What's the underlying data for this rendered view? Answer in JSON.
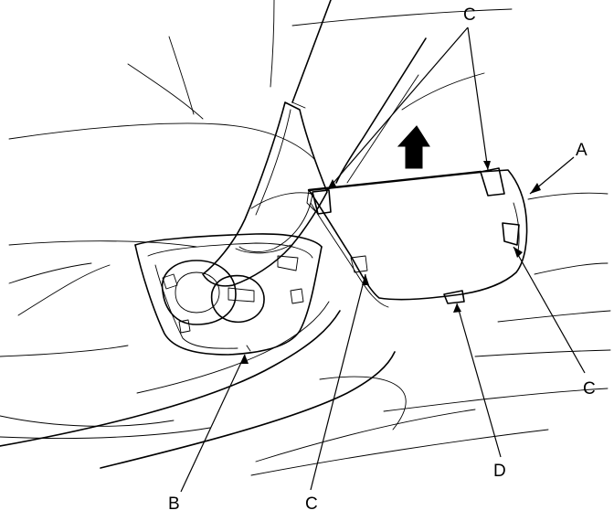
{
  "callouts": {
    "c_top": "C",
    "a": "A",
    "c_right": "C",
    "b": "B",
    "c_bottom": "C",
    "d": "D"
  },
  "colors": {
    "ink": "#000000",
    "background": "#ffffff"
  }
}
